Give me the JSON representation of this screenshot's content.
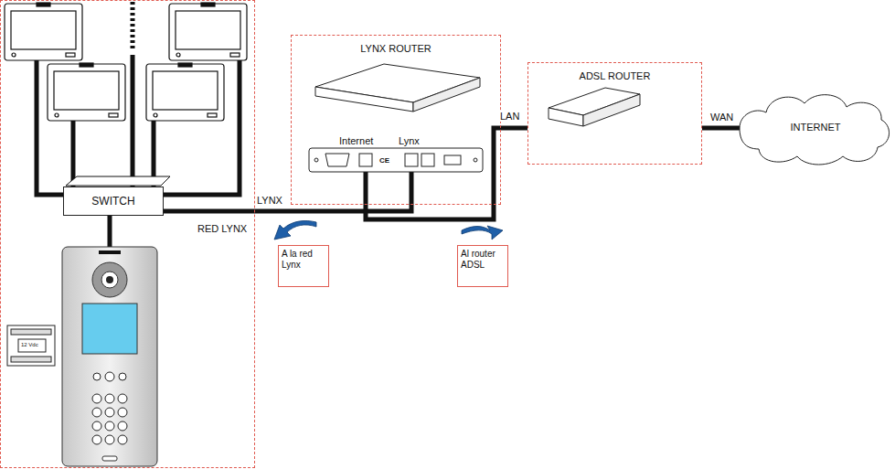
{
  "diagram": {
    "nodes": [
      {
        "text": [
          "RED LYNX"
        ]
      },
      {
        "text": [
          "SWITCH"
        ],
        "in": 0
      },
      {
        "text": [
          "LYNX ROUTER"
        ]
      },
      {
        "text": [
          "ADSL ROUTER"
        ]
      },
      {
        "text": [
          "INTERNET"
        ]
      },
      {
        "text": [
          "A la red Lynx"
        ]
      },
      {
        "text": [
          "Al router ADSL"
        ]
      }
    ],
    "edges": [
      {
        "from": 1,
        "to": 2,
        "label": "LYNX",
        "arrow": "none"
      },
      {
        "from": 2,
        "to": 3,
        "label": "LAN",
        "arrow": "none"
      },
      {
        "from": 3,
        "to": 4,
        "label": "WAN",
        "arrow": "none"
      }
    ],
    "labels": [
      "Internet",
      "Lynx",
      "CE",
      "12 Vdc"
    ]
  }
}
